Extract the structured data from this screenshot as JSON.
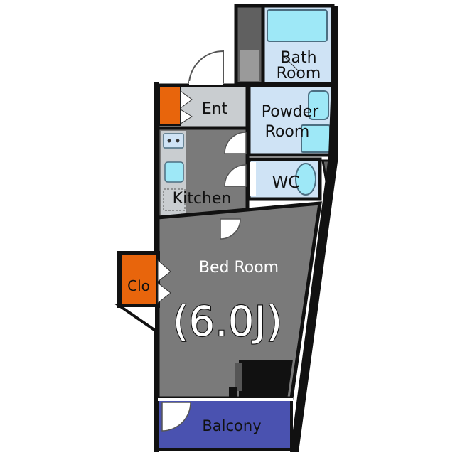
{
  "rooms": {
    "bath": {
      "line1": "Bath",
      "line2": "Room"
    },
    "powder": {
      "line1": "Powder",
      "line2": "Room"
    },
    "entrance": "Ent",
    "wc": "WC",
    "kitchen": "Kitchen",
    "bedroom": "Bed Room",
    "bedroom_size": "(6.0J)",
    "closet": "Clo",
    "balcony": "Balcony"
  },
  "colors": {
    "wall": "#111111",
    "floor_dark": "#7a7a7a",
    "floor_light": "#c9cdd0",
    "wet_area": "#cfe3f5",
    "fixture": "#9ee8f7",
    "storage": "#e8650c",
    "balcony": "#4a52b0",
    "column": "#606060"
  }
}
